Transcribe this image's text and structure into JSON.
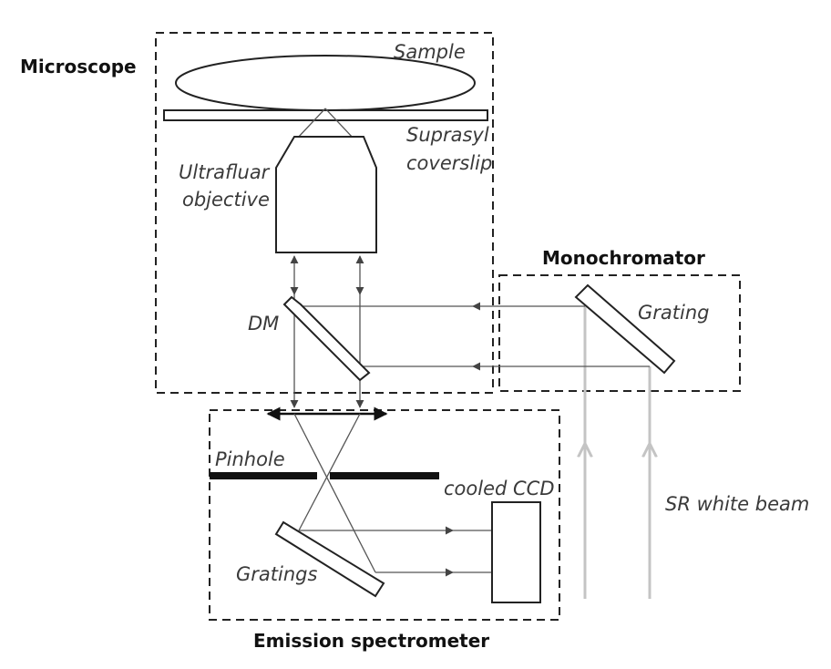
{
  "sections": {
    "microscope": "Microscope",
    "monochromator": "Monochromator",
    "emission_spectrometer": "Emission spectrometer"
  },
  "components": {
    "sample": "Sample",
    "coverslip_line1": "Suprasyl",
    "coverslip_line2": "coverslip",
    "objective_line1": "Ultrafluar",
    "objective_line2": "objective",
    "dichroic_mirror": "DM",
    "grating": "Grating",
    "pinhole": "Pinhole",
    "detector": "cooled CCD",
    "gratings": "Gratings",
    "beam": "SR white beam"
  },
  "colors": {
    "line": "#222222",
    "beam": "#c4c4c4",
    "text": "#2a2a2a"
  }
}
